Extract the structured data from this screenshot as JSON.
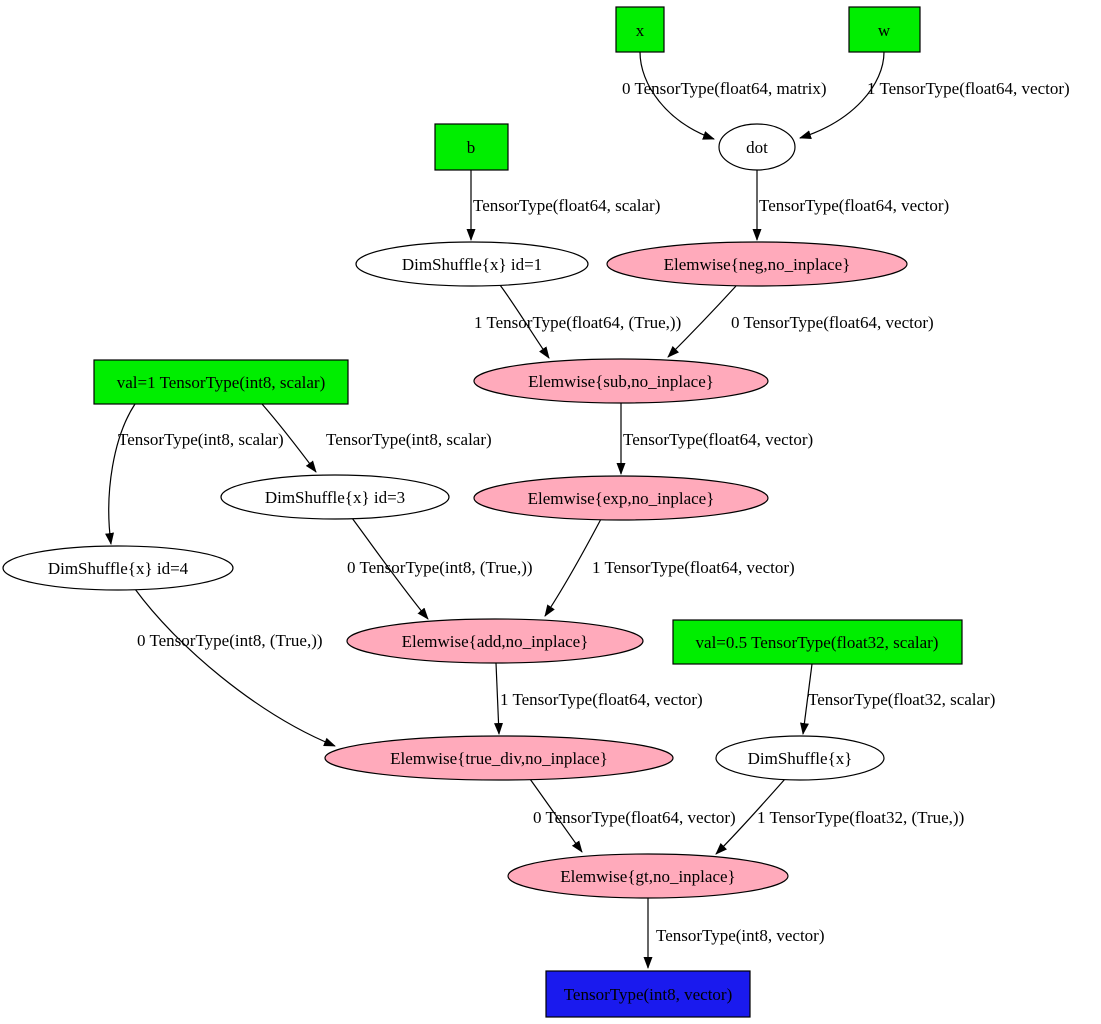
{
  "colors": {
    "input_fill": "#00ee00",
    "op_fill": "#ffaabb",
    "apply_fill": "#ffffff",
    "output_fill": "#1a1aee",
    "edge_stroke": "#000000"
  },
  "nodes": {
    "x": {
      "label": "x",
      "kind": "input",
      "shape": "box"
    },
    "w": {
      "label": "w",
      "kind": "input",
      "shape": "box"
    },
    "b": {
      "label": "b",
      "kind": "input",
      "shape": "box"
    },
    "dot": {
      "label": "dot",
      "kind": "apply",
      "shape": "ellipse"
    },
    "dimshuffle1": {
      "label": "DimShuffle{x} id=1",
      "kind": "apply",
      "shape": "ellipse"
    },
    "neg": {
      "label": "Elemwise{neg,no_inplace}",
      "kind": "op",
      "shape": "ellipse"
    },
    "sub": {
      "label": "Elemwise{sub,no_inplace}",
      "kind": "op",
      "shape": "ellipse"
    },
    "val1": {
      "label": "val=1 TensorType(int8, scalar)",
      "kind": "input",
      "shape": "box"
    },
    "dimshuffle3": {
      "label": "DimShuffle{x} id=3",
      "kind": "apply",
      "shape": "ellipse"
    },
    "exp": {
      "label": "Elemwise{exp,no_inplace}",
      "kind": "op",
      "shape": "ellipse"
    },
    "dimshuffle4": {
      "label": "DimShuffle{x} id=4",
      "kind": "apply",
      "shape": "ellipse"
    },
    "add": {
      "label": "Elemwise{add,no_inplace}",
      "kind": "op",
      "shape": "ellipse"
    },
    "val05": {
      "label": "val=0.5 TensorType(float32, scalar)",
      "kind": "input",
      "shape": "box"
    },
    "truediv": {
      "label": "Elemwise{true_div,no_inplace}",
      "kind": "op",
      "shape": "ellipse"
    },
    "dimshufflef": {
      "label": "DimShuffle{x}",
      "kind": "apply",
      "shape": "ellipse"
    },
    "gt": {
      "label": "Elemwise{gt,no_inplace}",
      "kind": "op",
      "shape": "ellipse"
    },
    "output": {
      "label": "TensorType(int8, vector)",
      "kind": "output",
      "shape": "box"
    }
  },
  "edges": [
    {
      "from": "x",
      "to": "dot",
      "label": "0 TensorType(float64, matrix)"
    },
    {
      "from": "w",
      "to": "dot",
      "label": "1 TensorType(float64, vector)"
    },
    {
      "from": "b",
      "to": "dimshuffle1",
      "label": "TensorType(float64, scalar)"
    },
    {
      "from": "dot",
      "to": "neg",
      "label": "TensorType(float64, vector)"
    },
    {
      "from": "dimshuffle1",
      "to": "sub",
      "label": "1 TensorType(float64, (True,))"
    },
    {
      "from": "neg",
      "to": "sub",
      "label": "0 TensorType(float64, vector)"
    },
    {
      "from": "sub",
      "to": "exp",
      "label": "TensorType(float64, vector)"
    },
    {
      "from": "val1",
      "to": "dimshuffle4",
      "label": "TensorType(int8, scalar)"
    },
    {
      "from": "val1",
      "to": "dimshuffle3",
      "label": "TensorType(int8, scalar)"
    },
    {
      "from": "dimshuffle3",
      "to": "add",
      "label": "0 TensorType(int8, (True,))"
    },
    {
      "from": "exp",
      "to": "add",
      "label": "1 TensorType(float64, vector)"
    },
    {
      "from": "dimshuffle4",
      "to": "truediv",
      "label": "0 TensorType(int8, (True,))"
    },
    {
      "from": "add",
      "to": "truediv",
      "label": "1 TensorType(float64, vector)"
    },
    {
      "from": "val05",
      "to": "dimshufflef",
      "label": "TensorType(float32, scalar)"
    },
    {
      "from": "truediv",
      "to": "gt",
      "label": "0 TensorType(float64, vector)"
    },
    {
      "from": "dimshufflef",
      "to": "gt",
      "label": "1 TensorType(float32, (True,))"
    },
    {
      "from": "gt",
      "to": "output",
      "label": "TensorType(int8, vector)"
    }
  ]
}
